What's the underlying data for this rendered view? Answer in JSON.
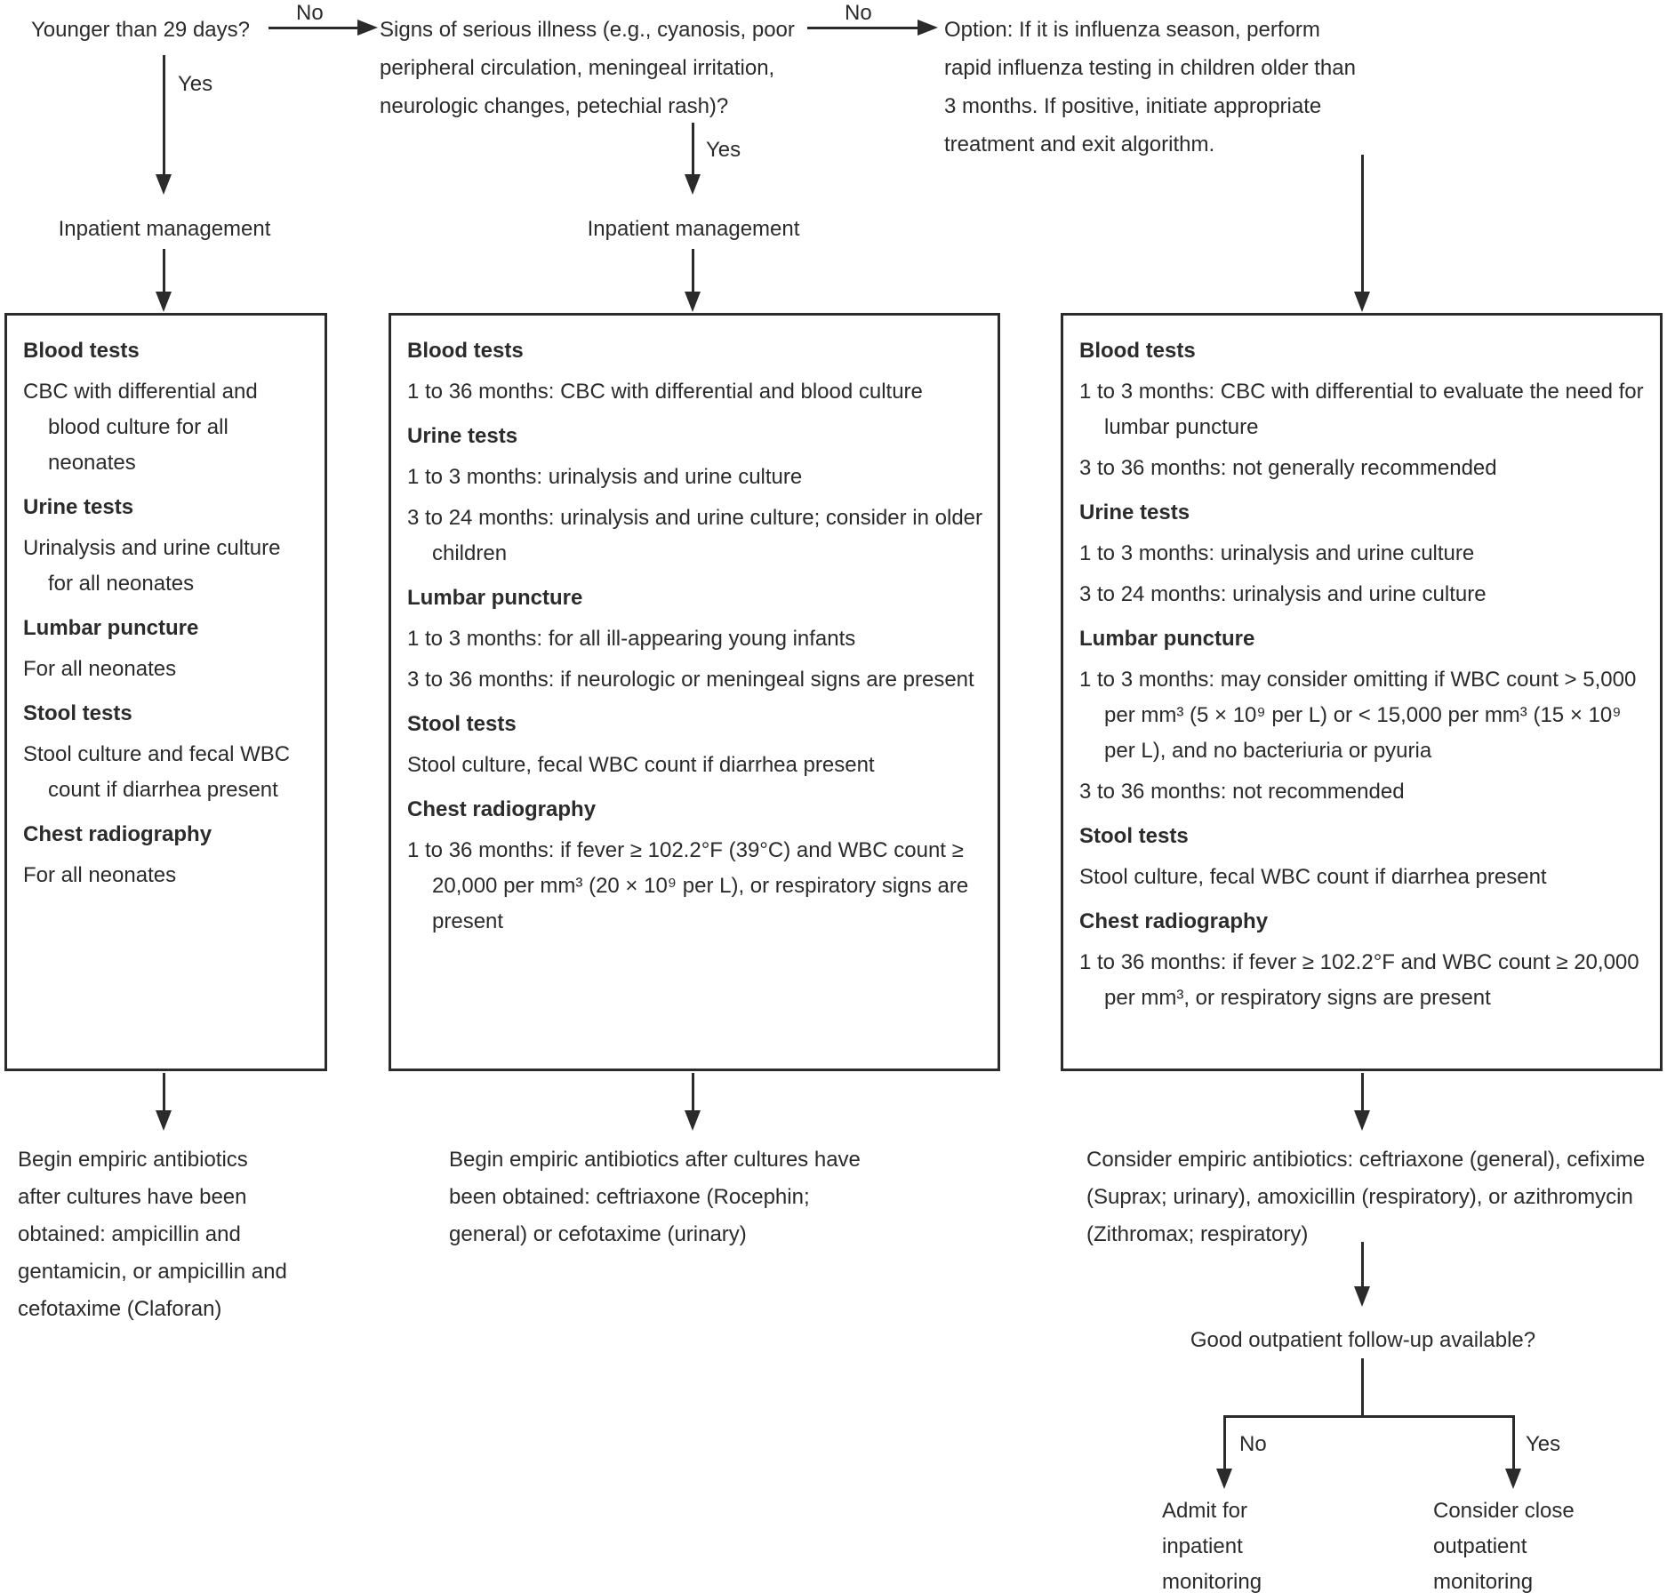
{
  "palette": {
    "ink": "#2b2b2b",
    "background": "#ffffff"
  },
  "decisions": {
    "q1": {
      "text": "Younger than 29 days?",
      "no_label": "No",
      "yes_label": "Yes"
    },
    "q2": {
      "text": "Signs of serious illness (e.g., cyanosis, poor peripheral circulation, meningeal irritation, neurologic changes, petechial rash)?",
      "no_label": "No",
      "yes_label": "Yes"
    },
    "influenza_option": {
      "text": "Option: If it is influenza season, perform rapid influenza testing in children older than 3 months. If positive, initiate appropriate treatment and exit algorithm."
    },
    "followup": {
      "text": "Good outpatient follow-up available?",
      "no_label": "No",
      "yes_label": "Yes"
    }
  },
  "management_labels": {
    "left": "Inpatient management",
    "middle": "Inpatient management"
  },
  "workup_boxes": {
    "neonate": {
      "items": [
        {
          "kind": "heading",
          "text": "Blood tests"
        },
        {
          "kind": "detail",
          "text": "CBC with differential and blood culture for all neonates"
        },
        {
          "kind": "heading",
          "text": "Urine tests"
        },
        {
          "kind": "detail",
          "text": "Urinalysis and urine culture for all neonates"
        },
        {
          "kind": "heading",
          "text": "Lumbar puncture"
        },
        {
          "kind": "detail",
          "text": "For all neonates"
        },
        {
          "kind": "heading",
          "text": "Stool tests"
        },
        {
          "kind": "detail",
          "text": "Stool culture and fecal WBC count if diarrhea present"
        },
        {
          "kind": "heading",
          "text": "Chest radiography"
        },
        {
          "kind": "detail",
          "text": "For all neonates"
        }
      ]
    },
    "ill_appearing": {
      "items": [
        {
          "kind": "heading",
          "text": "Blood tests"
        },
        {
          "kind": "detail",
          "text": "1 to 36 months: CBC with differential and blood culture"
        },
        {
          "kind": "heading",
          "text": "Urine tests"
        },
        {
          "kind": "detail",
          "text": "1 to 3 months: urinalysis and urine culture"
        },
        {
          "kind": "detail",
          "text": "3 to 24 months: urinalysis and urine culture; consider in older children"
        },
        {
          "kind": "heading",
          "text": "Lumbar puncture"
        },
        {
          "kind": "detail",
          "text": "1 to 3 months: for all ill-appearing young infants"
        },
        {
          "kind": "detail",
          "text": "3 to 36 months: if neurologic or meningeal signs are present"
        },
        {
          "kind": "heading",
          "text": "Stool tests"
        },
        {
          "kind": "detail",
          "text": "Stool culture, fecal WBC count if diarrhea present"
        },
        {
          "kind": "heading",
          "text": "Chest radiography"
        },
        {
          "kind": "detail",
          "text": "1 to 36 months: if fever ≥ 102.2°F (39°C) and WBC count ≥ 20,000 per mm³ (20 × 10⁹ per L), or respiratory signs are present"
        }
      ]
    },
    "well_appearing": {
      "items": [
        {
          "kind": "heading",
          "text": "Blood tests"
        },
        {
          "kind": "detail",
          "text": "1 to 3 months: CBC with differential to evaluate the need for lumbar puncture"
        },
        {
          "kind": "detail",
          "text": "3 to 36 months: not generally recommended"
        },
        {
          "kind": "heading",
          "text": "Urine tests"
        },
        {
          "kind": "detail",
          "text": "1 to 3 months: urinalysis and urine culture"
        },
        {
          "kind": "detail",
          "text": "3 to 24 months: urinalysis and urine culture"
        },
        {
          "kind": "heading",
          "text": "Lumbar puncture"
        },
        {
          "kind": "detail",
          "text": "1 to 3 months: may consider omitting if WBC count > 5,000 per mm³ (5 × 10⁹ per L) or < 15,000 per mm³ (15 × 10⁹ per L), and no bacteriuria or pyuria"
        },
        {
          "kind": "detail",
          "text": "3 to 36 months: not recommended"
        },
        {
          "kind": "heading",
          "text": "Stool tests"
        },
        {
          "kind": "detail",
          "text": "Stool culture, fecal WBC count if diarrhea present"
        },
        {
          "kind": "heading",
          "text": "Chest radiography"
        },
        {
          "kind": "detail",
          "text": "1 to 36 months: if fever ≥ 102.2°F and WBC count ≥ 20,000 per mm³, or respiratory signs are present"
        }
      ]
    }
  },
  "outcomes": {
    "neonate_antibiotics": "Begin empiric antibiotics after cultures have been obtained: ampicillin and gentamicin, or ampicillin and cefotaxime (Claforan)",
    "ill_antibiotics": "Begin empiric antibiotics after cultures have been obtained: ceftriaxone (Rocephin; general) or cefotaxime (urinary)",
    "well_antibiotics": "Consider empiric antibiotics: ceftriaxone (general), cefixime (Suprax; urinary), amoxicillin (respiratory), or azithromycin (Zithromax; respiratory)",
    "admit": "Admit for inpatient monitoring",
    "close_outpatient": "Consider close outpatient monitoring"
  }
}
